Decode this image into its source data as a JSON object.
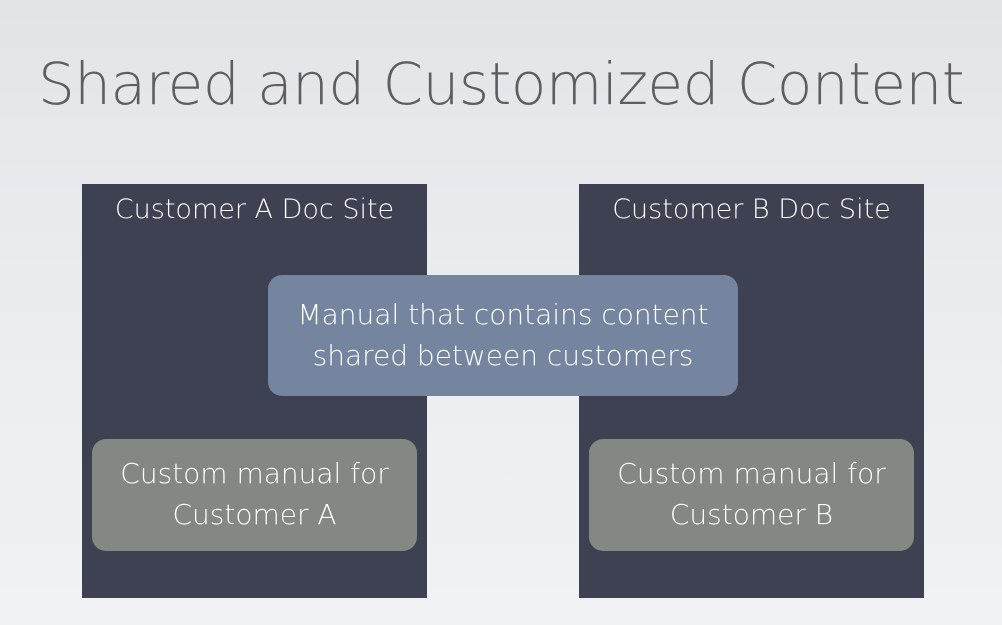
{
  "slide": {
    "title": "Shared and Customized Content"
  },
  "sites": [
    {
      "label": "Customer A Doc Site",
      "custom_manual": [
        "Custom manual for",
        "Customer A"
      ]
    },
    {
      "label": "Customer B Doc Site",
      "custom_manual": [
        "Custom manual for",
        "Customer B"
      ]
    }
  ],
  "shared_manual": [
    "Manual that contains content",
    "shared between customers"
  ],
  "colors": {
    "background": "#e9ebee",
    "title_text": "#5e5e5e",
    "site_panel": "#3e4151",
    "custom_box": "#838882",
    "shared_box": "#7585a0",
    "box_text": "#ffffff"
  }
}
